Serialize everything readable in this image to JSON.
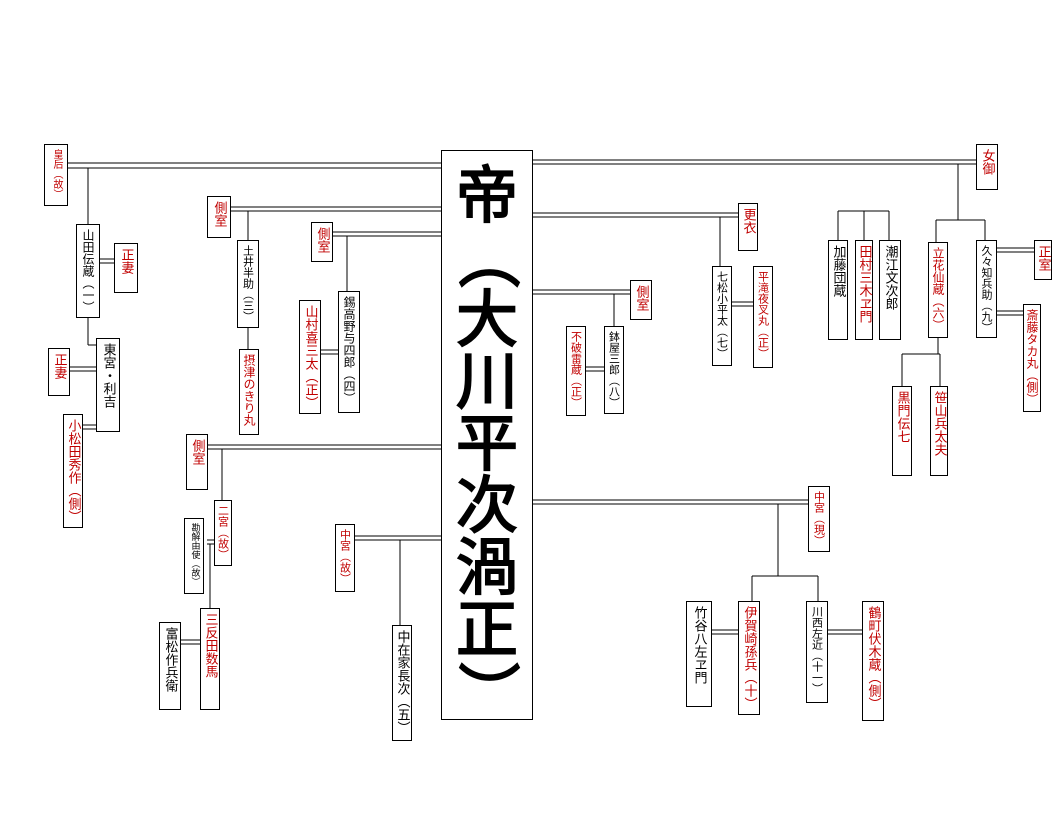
{
  "title": "帝（大川平次渦正）",
  "nodes": {
    "kogo": "皇后（故）",
    "nyogo": "女御",
    "yamada": "山田伝蔵（一）",
    "seisai1": "正妻",
    "togu": "東宮・利吉",
    "seisai2": "正妻",
    "komatsuda": "小松田秀作（側）",
    "sokushitsu1": "側室",
    "doi": "土井半助（三）",
    "settsu": "摂津のきり丸",
    "sokushitsu2": "側室",
    "yamamura": "山村喜三太（正）",
    "takano": "錫高野与四郎（四）",
    "sokushitsu3": "側室",
    "fuwa": "不破雷蔵（正）",
    "hachiya": "鉢屋三郎（八）",
    "koi": "更衣",
    "nanamatsu": "七松小平太（七）",
    "hirataki": "平滝夜叉丸（正）",
    "kato": "加藤団蔵",
    "tamura": "田村三木ヱ門",
    "shioe": "潮江文次郎",
    "tachibana": "立花仙蔵（六）",
    "kukuchi": "久々知兵助（九）",
    "seishitsu": "正室",
    "saito": "斎藤タカ丸（側）",
    "kuromon": "黒門伝七",
    "sasayama": "笹山兵太夫",
    "sokushitsu4": "側室",
    "ninomiya": "二宮（故）",
    "kageyu": "勘解由使（故）",
    "sanhanda": "三反田数馬",
    "tomimatsu": "富松作兵衛",
    "chugu1": "中宮（故）",
    "nakazai": "中在家長次（五）",
    "chugu2": "中宮（現）",
    "takeya": "竹谷八左ヱ門",
    "igasaki": "伊賀崎孫兵（十）",
    "kawanishi": "川西左近（十一）",
    "tsurumachi": "鶴町伏木蔵（側）"
  },
  "colors": {
    "red": "#c00000",
    "black": "#000000"
  }
}
